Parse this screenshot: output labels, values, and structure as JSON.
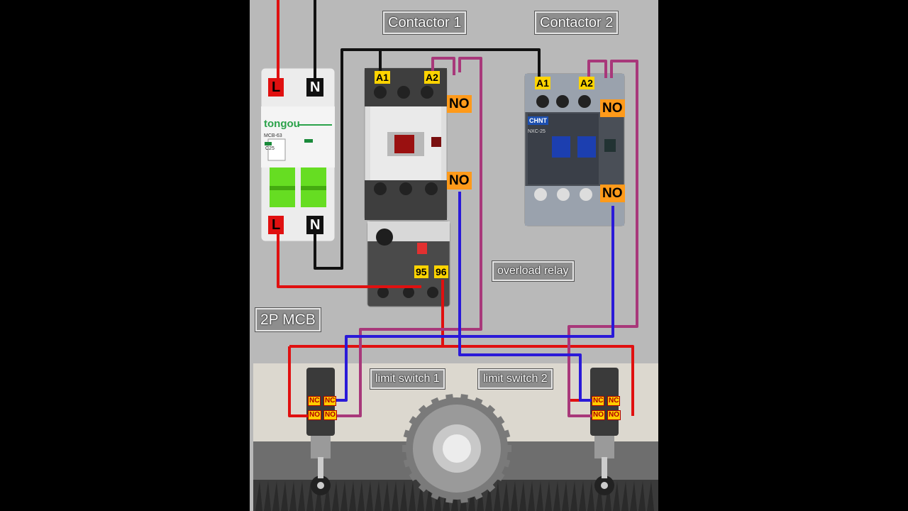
{
  "labels": {
    "contactor1": "Contactor 1",
    "contactor2": "Contactor 2",
    "overload_relay": "overload relay",
    "mcb": "2P MCB",
    "limit_switch_1": "limit switch 1",
    "limit_switch_2": "limit switch 2"
  },
  "mcb": {
    "brand": "tongou",
    "model": "MCB-63",
    "rating": "C25",
    "top_terminals": [
      "L",
      "N"
    ],
    "bottom_terminals": [
      "L",
      "N"
    ]
  },
  "contactor1": {
    "coil_terminals": [
      "A1",
      "A2"
    ],
    "aux_tags": [
      "NO",
      "NO"
    ]
  },
  "contactor2": {
    "brand": "CHNT",
    "model": "NXC-25",
    "coil_terminals": [
      "A1",
      "A2"
    ],
    "aux_tags": [
      "NO",
      "NO"
    ]
  },
  "overload": {
    "contacts": [
      "95",
      "96"
    ]
  },
  "switch_tags": [
    "NC",
    "NO"
  ],
  "colors": {
    "phase_wire": "#e01010",
    "neutral_wire": "#111111",
    "control_wire_magenta": "#a8387a",
    "control_wire_blue": "#2a1ad8",
    "background": "#b9b9b9"
  }
}
